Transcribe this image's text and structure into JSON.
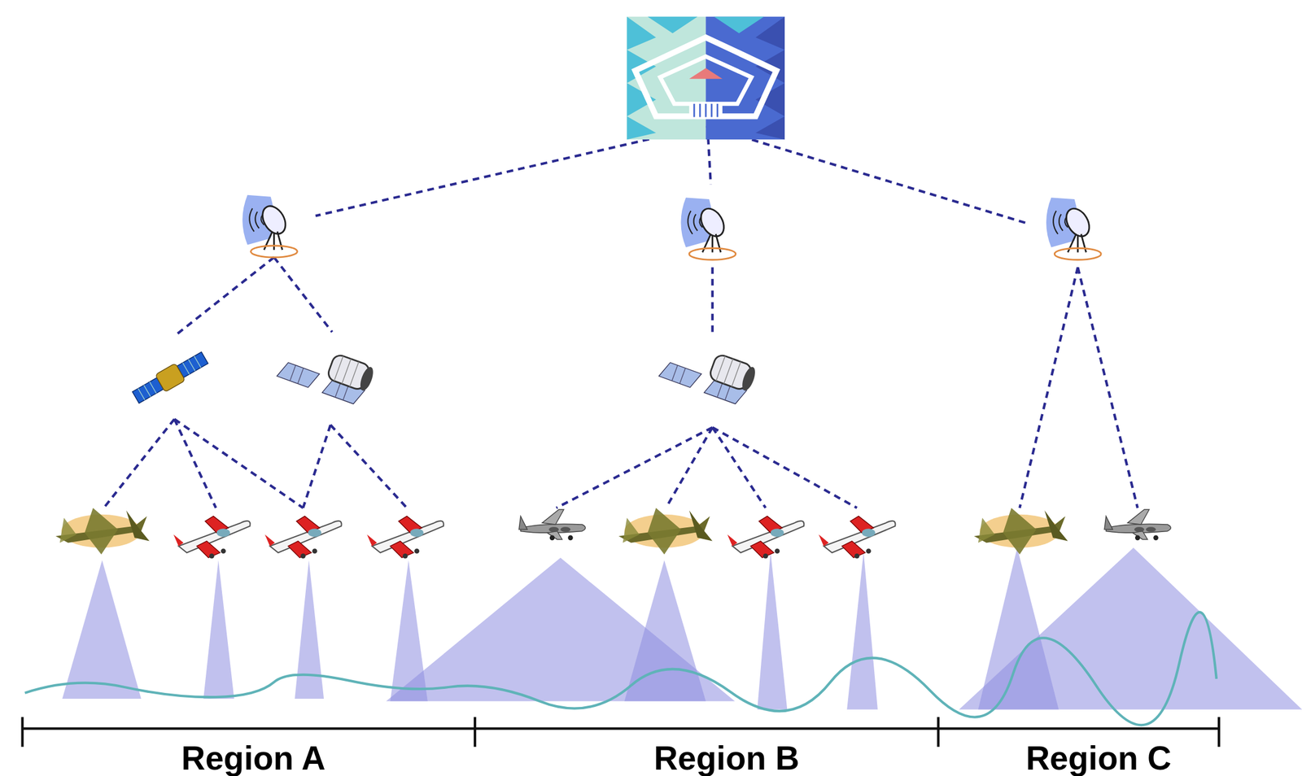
{
  "diagram": {
    "labels": [
      "Region A",
      "Region B",
      "Region C"
    ]
  }
}
